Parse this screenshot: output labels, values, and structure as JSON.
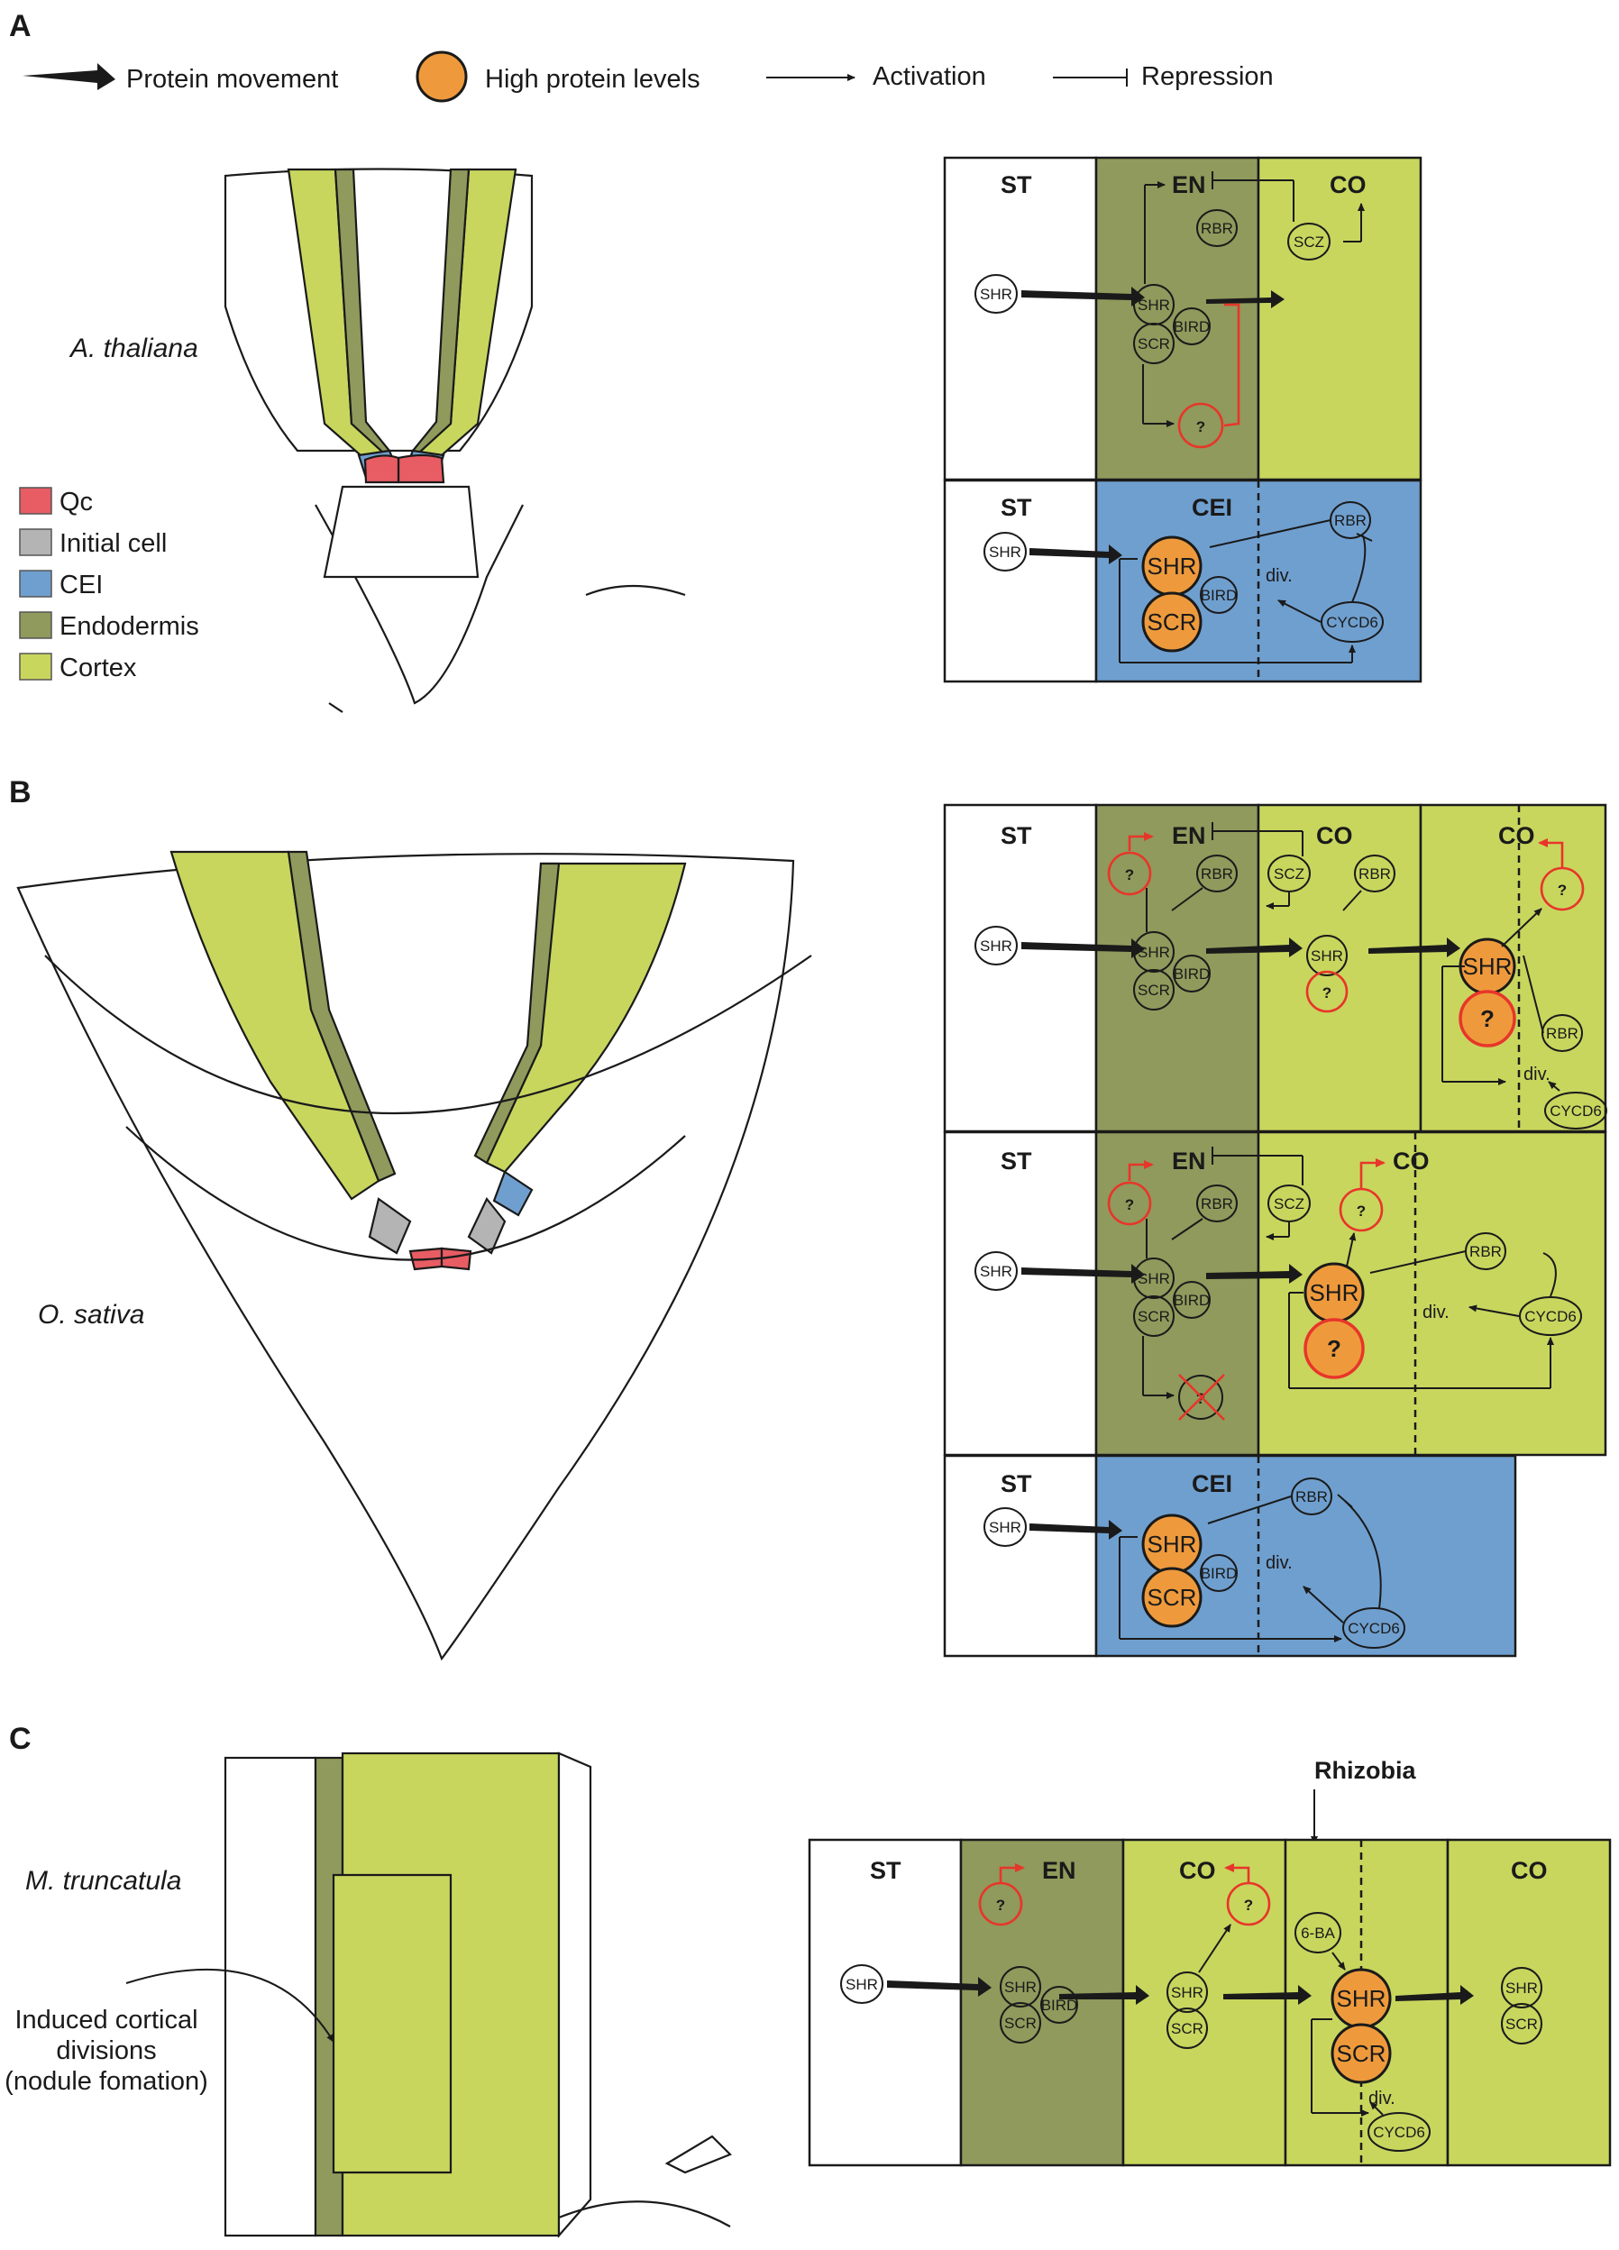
{
  "colors": {
    "stele": "#ffffff",
    "endodermis": "#8f9a5c",
    "cortex": "#c8d65e",
    "cei": "#6f9fcf",
    "qc": "#e85c63",
    "initial": "#b4b4b4",
    "high": "#ee9a3c",
    "red": "#e8352a"
  },
  "panel_letters": [
    "A",
    "B",
    "C"
  ],
  "legend": {
    "movement": "Protein movement",
    "high": "High protein levels",
    "activation": "Activation",
    "repression": "Repression"
  },
  "cell_legend": [
    {
      "label": "Qc",
      "color": "#e85c63"
    },
    {
      "label": "Initial cell",
      "color": "#b4b4b4"
    },
    {
      "label": "CEI",
      "color": "#6f9fcf"
    },
    {
      "label": "Endodermis",
      "color": "#8f9a5c"
    },
    {
      "label": "Cortex",
      "color": "#c8d65e"
    }
  ],
  "species": {
    "a": "A. thaliana",
    "b": "O. sativa",
    "c": "M. truncatula"
  },
  "annotation_c": [
    "Induced cortical",
    "divisions",
    "(nodule fomation)"
  ],
  "tissues": {
    "st": "ST",
    "en": "EN",
    "co": "CO",
    "cei": "CEI"
  },
  "proteins": {
    "shr": "SHR",
    "scr": "SCR",
    "bird": "BIRD",
    "rbr": "RBR",
    "scz": "SCZ",
    "cycd6": "CYCD6",
    "unknown": "?",
    "ba": "6-BA"
  },
  "div_label": "div.",
  "rhizobia": "Rhizobia"
}
